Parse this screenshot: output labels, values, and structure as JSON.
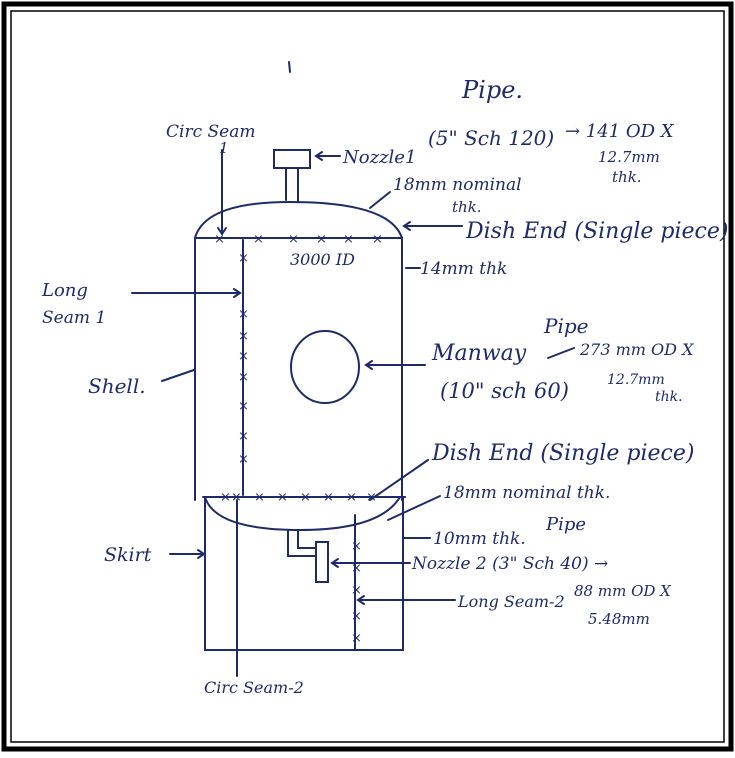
{
  "diagram": {
    "ink_color": "#1f2a6b",
    "labels": {
      "pipe1": "Pipe.",
      "circ_seam_1_line1": "Circ Seam",
      "circ_seam_1_line2": "1",
      "nozzle1": "Nozzle1",
      "nozzle1_spec": "(5\" Sch 120)",
      "nozzle1_od": "→ 141 OD X",
      "nozzle1_thk1": "12.7mm",
      "nozzle1_thk2": "thk.",
      "top_dish_thk1": "18mm nominal",
      "top_dish_thk2": "thk.",
      "top_dish_end": "Dish End (Single piece)",
      "shell_id": "3000 ID",
      "shell_thk": "14mm thk",
      "long_seam1_line1": "Long",
      "long_seam1_line2": "Seam 1",
      "pipe2": "Pipe",
      "manway": "Manway",
      "manway_od": "273 mm OD X",
      "manway_sch": "(10\" sch 60)",
      "manway_thk1": "12.7mm",
      "manway_thk2": "thk.",
      "shell": "Shell.",
      "bottom_dish_end": "Dish End (Single piece)",
      "bottom_dish_thk": "18mm nominal thk.",
      "skirt_thk": "10mm thk.",
      "pipe3": "Pipe",
      "skirt": "Skirt",
      "nozzle2": "Nozzle 2 (3\" Sch 40) →",
      "long_seam2": "Long Seam-2",
      "nozzle2_od": "88 mm OD X",
      "nozzle2_thk": "5.48mm",
      "circ_seam_2": "Circ Seam-2"
    }
  }
}
